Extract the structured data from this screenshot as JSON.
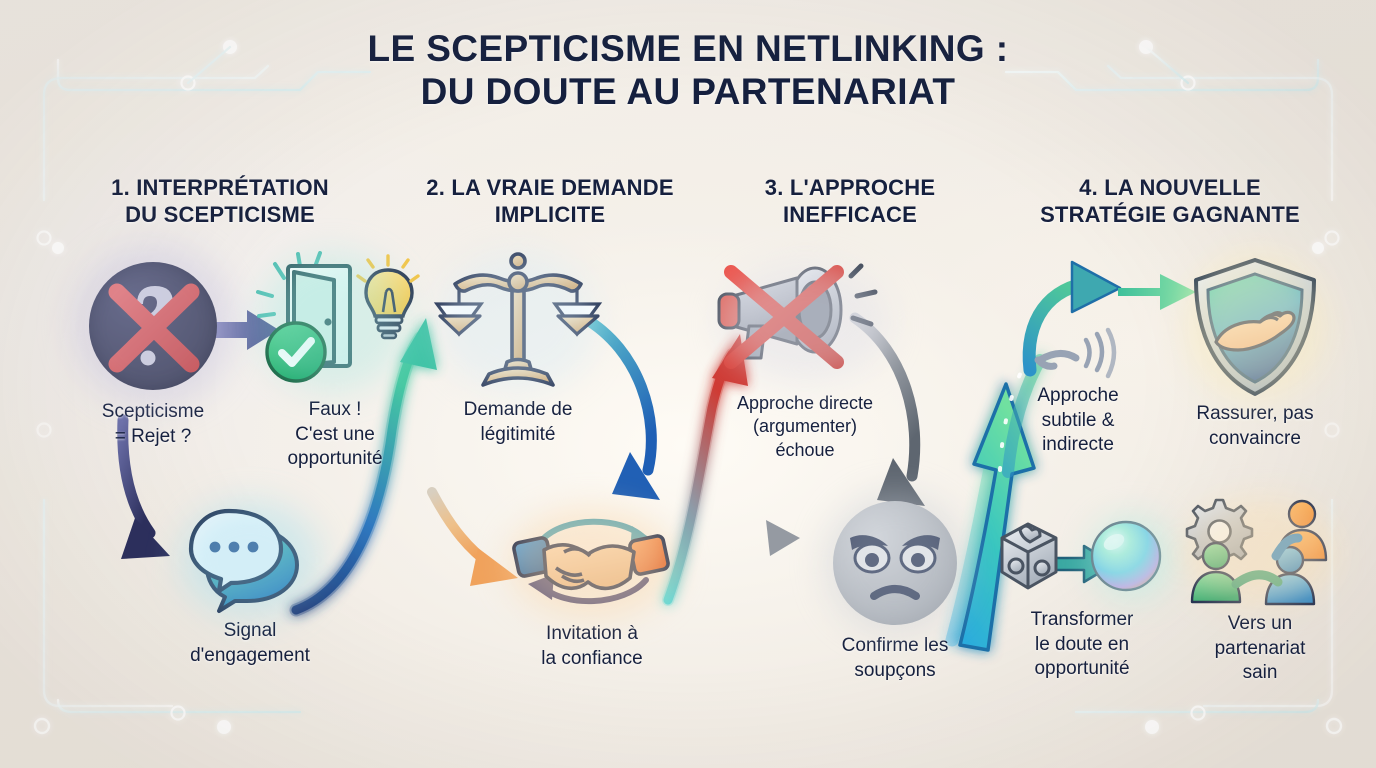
{
  "title": {
    "line1": "LE SCEPTICISME EN NETLINKING :",
    "line2": "DU DOUTE AU PARTENARIAT",
    "color": "#15203f"
  },
  "background": {
    "base_color": "#f2eee8",
    "accent_line_color": "#ffffff"
  },
  "columns": [
    {
      "id": 1,
      "heading_line1": "1. INTERPRÉTATION",
      "heading_line2": "DU SCEPTICISME"
    },
    {
      "id": 2,
      "heading_line1": "2. LA VRAIE DEMANDE",
      "heading_line2": "IMPLICITE"
    },
    {
      "id": 3,
      "heading_line1": "3. L'APPROCHE",
      "heading_line2": "INEFFICACE"
    },
    {
      "id": 4,
      "heading_line1": "4. LA NOUVELLE",
      "heading_line2": "STRATÉGIE GAGNANTE"
    }
  ],
  "nodes": [
    {
      "key": "scepticisme_rejet",
      "icon": "crossed-question-circle-icon",
      "caption_line1": "Scepticisme",
      "caption_line2": "= Rejet ?",
      "caption_line3": "",
      "column": 1
    },
    {
      "key": "faux_opportunite",
      "icon": "open-door-lightbulb-check-icon",
      "caption_line1": "Faux !",
      "caption_line2": "C'est une",
      "caption_line3": "opportunité",
      "column": 1
    },
    {
      "key": "signal_engagement",
      "icon": "speech-bubbles-icon",
      "caption_line1": "Signal",
      "caption_line2": "d'engagement",
      "caption_line3": "",
      "column": 1
    },
    {
      "key": "demande_legitimite",
      "icon": "balance-scales-icon",
      "caption_line1": "Demande de",
      "caption_line2": "légitimité",
      "caption_line3": "",
      "column": 2
    },
    {
      "key": "invitation_confiance",
      "icon": "handshake-icon",
      "caption_line1": "Invitation à",
      "caption_line2": "la confiance",
      "caption_line3": "",
      "column": 2
    },
    {
      "key": "approche_directe",
      "icon": "crossed-megaphone-icon",
      "caption_line1": "Approche directe",
      "caption_line2": "(argumenter)",
      "caption_line3": "échoue",
      "column": 3
    },
    {
      "key": "confirme_soupcons",
      "icon": "angry-face-icon",
      "caption_line1": "Confirme les",
      "caption_line2": "soupçons",
      "caption_line3": "",
      "column": 3
    },
    {
      "key": "approche_subtile",
      "icon": "whisper-waves-icon",
      "caption_line1": "Approche",
      "caption_line2": "subtile &",
      "caption_line3": "indirecte",
      "column": 4
    },
    {
      "key": "rassurer",
      "icon": "shield-hand-icon",
      "caption_line1": "Rassurer, pas",
      "caption_line2": "convaincre",
      "caption_line3": "",
      "column": 4
    },
    {
      "key": "transformer_doute",
      "icon": "puzzle-cube-to-sphere-icon",
      "caption_line1": "Transformer",
      "caption_line2": "le doute en",
      "caption_line3": "opportunité",
      "column": 4
    },
    {
      "key": "partenariat_sain",
      "icon": "people-gear-handshake-icon",
      "caption_line1": "Vers un",
      "caption_line2": "partenariat",
      "caption_line3": "sain",
      "column": 4
    }
  ],
  "arrows": [
    {
      "key": "a1",
      "from": "scepticisme_rejet",
      "to": "faux_opportunite",
      "style": "straight",
      "color": "#5a5f9e"
    },
    {
      "key": "a2",
      "from": "scepticisme_rejet",
      "to": "signal_engagement",
      "style": "curved-down",
      "color": "#3b3f6e"
    },
    {
      "key": "a3",
      "from": "signal_engagement",
      "to": "demande_legitimite",
      "style": "curved-up-long",
      "color": "#2f6fb5"
    },
    {
      "key": "a4",
      "from": "demande_legitimite",
      "to": "invitation_confiance",
      "style": "curved-down",
      "color": "#2b6fc2"
    },
    {
      "key": "a5",
      "from": "invitation_confiance",
      "to": "approche_directe",
      "style": "curved-up-long",
      "color": "#d23b3b"
    },
    {
      "key": "a6",
      "from": "approche_directe",
      "to": "confirme_soupcons",
      "style": "curved-down",
      "color": "#6f7682"
    },
    {
      "key": "a7",
      "from": "confirme_soupcons",
      "to": "approche_subtile",
      "style": "curved-up-long",
      "color": "#35c39b"
    },
    {
      "key": "a8",
      "from": "approche_subtile",
      "to": "rassurer",
      "style": "straight",
      "color": "#45c08d"
    },
    {
      "key": "a9",
      "from": "transformer_doute",
      "to": "partenariat_sain",
      "style": "short",
      "color": "#2c7f9e"
    }
  ]
}
